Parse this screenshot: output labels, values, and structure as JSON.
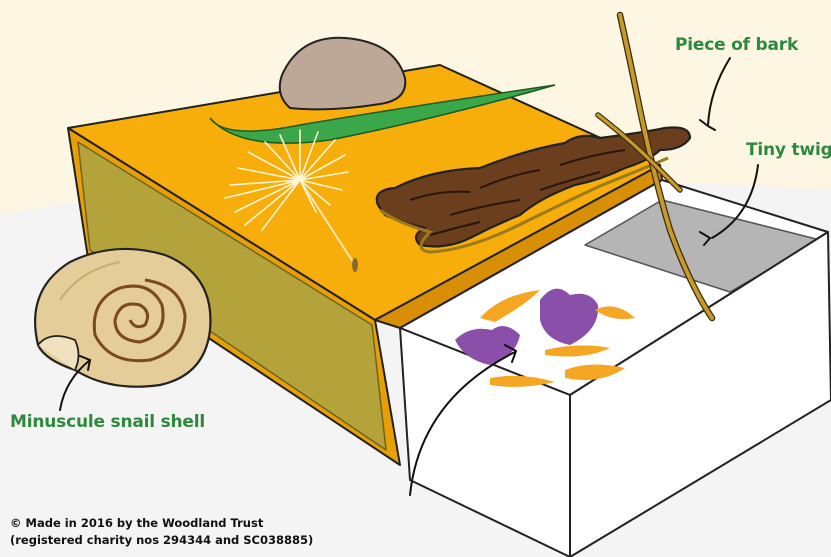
{
  "labels": {
    "bark": "Piece of bark",
    "twig": "Tiny twig",
    "shell": "Minuscule snail shell"
  },
  "credit": {
    "line1": "© Made in 2016 by the Woodland Trust",
    "line2": "(registered charity nos 294344 and SC038885)"
  },
  "colors": {
    "background": "#fdf6e3",
    "label_green": "#2d8a3c",
    "box_orange": "#f5a800",
    "box_side": "#b0a23a",
    "tray_white": "#ffffff",
    "bark_brown": "#6b3f1e",
    "petal_purple": "#8a4fa8",
    "petal_orange": "#f5a623"
  }
}
